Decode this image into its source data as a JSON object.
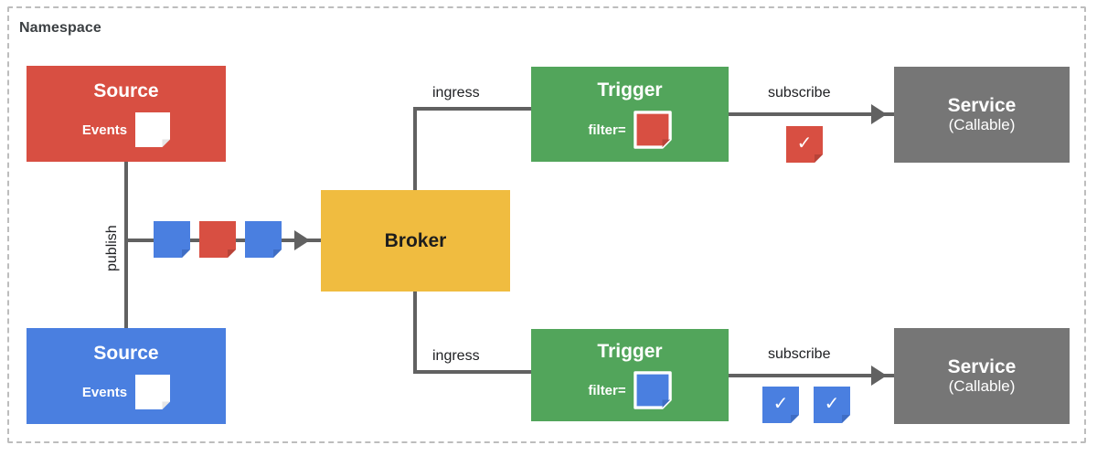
{
  "namespace": {
    "label": "Namespace"
  },
  "colors": {
    "source_red": "#d84f42",
    "source_blue": "#4a7fe0",
    "trigger_green": "#52a55b",
    "broker_yellow": "#f0bc40",
    "service_gray": "#767676",
    "line_gray": "#616161",
    "boundary_gray": "#bdbdbd",
    "card_white": "#ffffff"
  },
  "nodes": {
    "source_red": {
      "title": "Source",
      "events_label": "Events",
      "event_card_color": "#ffffff"
    },
    "source_blue": {
      "title": "Source",
      "events_label": "Events",
      "event_card_color": "#ffffff"
    },
    "broker": {
      "title": "Broker"
    },
    "trigger_top": {
      "title": "Trigger",
      "filter_label": "filter=",
      "filter_card_color": "#d84f42"
    },
    "trigger_bottom": {
      "title": "Trigger",
      "filter_label": "filter=",
      "filter_card_color": "#4a7fe0"
    },
    "service_top": {
      "title": "Service",
      "subtitle": "(Callable)"
    },
    "service_bottom": {
      "title": "Service",
      "subtitle": "(Callable)"
    }
  },
  "edges": {
    "publish": "publish",
    "ingress_top": "ingress",
    "ingress_bottom": "ingress",
    "subscribe_top": "subscribe",
    "subscribe_bottom": "subscribe"
  },
  "event_stream": [
    {
      "color": "#4a7fe0"
    },
    {
      "color": "#d84f42"
    },
    {
      "color": "#4a7fe0"
    }
  ],
  "delivered_events": {
    "top": [
      {
        "color": "#d84f42",
        "glyph": "✓"
      }
    ],
    "bottom": [
      {
        "color": "#4a7fe0",
        "glyph": "✓"
      },
      {
        "color": "#4a7fe0",
        "glyph": "✓"
      }
    ]
  }
}
